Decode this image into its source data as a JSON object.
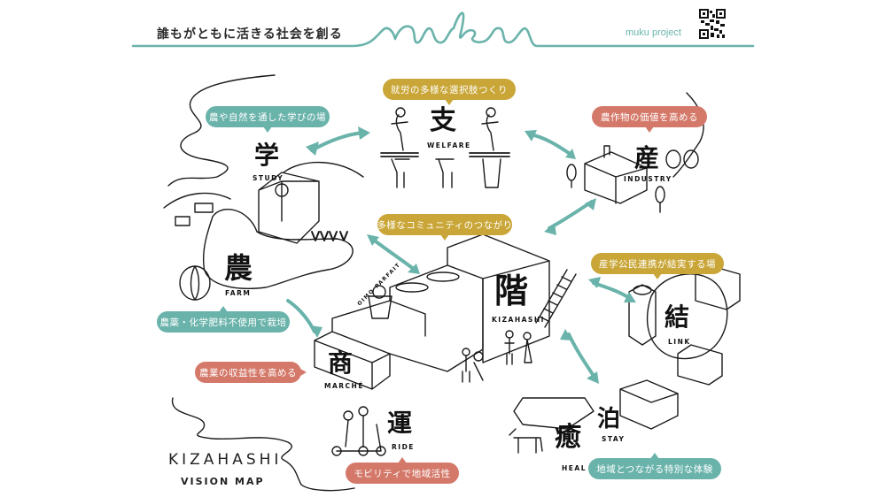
{
  "header": {
    "tagline": "誰もがともに活きる社会を創る",
    "logo": "muku",
    "project_label": "muku project",
    "qr_icon": "qr-code-icon",
    "accent_color": "#6ab3ab"
  },
  "title": {
    "main": "KIZAHASHI",
    "sub": "VISION MAP"
  },
  "colors": {
    "teal": "#6ab3ab",
    "gold": "#c9a637",
    "rust": "#d4796a"
  },
  "nodes": {
    "study": {
      "kanji": "学",
      "en": "STUDY",
      "bubble": "農や自然を通した学びの場"
    },
    "welfare": {
      "kanji": "支",
      "en": "WELFARE",
      "bubble": "就労の多様な選択肢つくり"
    },
    "industry": {
      "kanji": "産",
      "en": "INDUSTRY",
      "bubble": "農作物の価値を高める"
    },
    "hub": {
      "kanji": "階",
      "en": "KIZAHASHI",
      "bubble": "多様なコミュニティのつながり"
    },
    "farm": {
      "kanji": "農",
      "en": "FARM",
      "bubble": "農薬・化学肥料不使用で栽培"
    },
    "marche": {
      "kanji": "商",
      "en": "MARCHÉ",
      "bubble": "農業の収益性を高める"
    },
    "link": {
      "kanji": "結",
      "en": "LINK",
      "bubble": "産学公民連携が結実する場"
    },
    "ride": {
      "kanji": "運",
      "en": "RIDE",
      "bubble": "モビリティで地域活性"
    },
    "stay": {
      "kanji": "泊",
      "en": "STAY"
    },
    "heal": {
      "kanji": "癒",
      "en": "HEAL",
      "bubble": "地域とつながる特別な体験"
    }
  },
  "labels": {
    "parfait": "OIMO PARFAIT"
  }
}
